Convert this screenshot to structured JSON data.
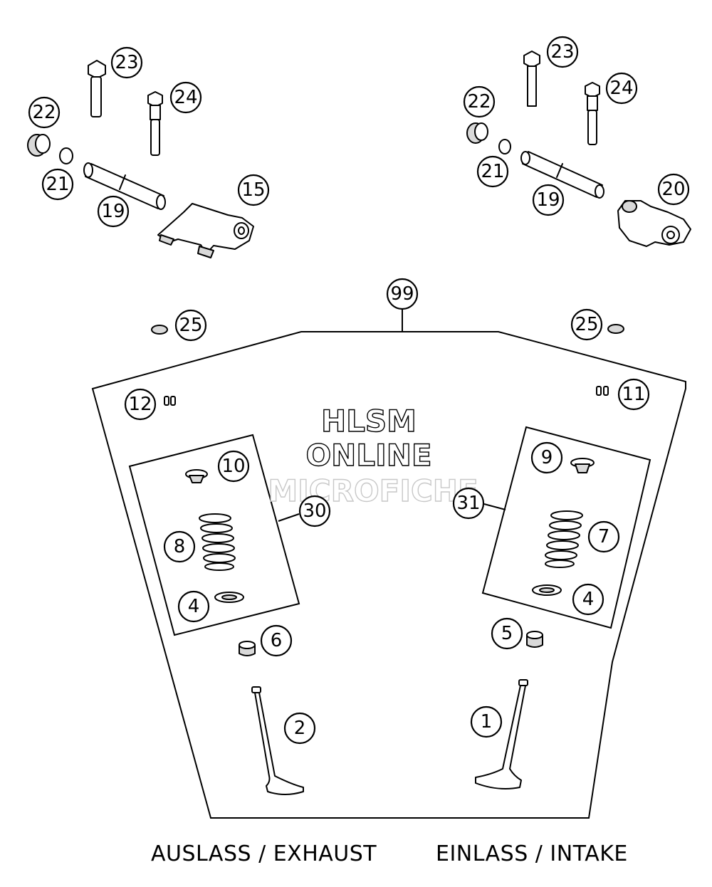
{
  "watermark": [
    "HLSM",
    "ONLINE",
    "MICROFICHE"
  ],
  "labels": {
    "exhaust": "AUSLASS / EXHAUST",
    "intake": "EINLASS / INTAKE"
  },
  "callouts": {
    "c23l": "23",
    "c24l": "24",
    "c22l": "22",
    "c21l": "21",
    "c19l": "19",
    "c15": "15",
    "c23r": "23",
    "c24r": "24",
    "c22r": "22",
    "c21r": "21",
    "c19r": "19",
    "c20": "20",
    "c99": "99",
    "c25l": "25",
    "c25r": "25",
    "c12": "12",
    "c11": "11",
    "c10": "10",
    "c9": "9",
    "c30": "30",
    "c31": "31",
    "c8": "8",
    "c7": "7",
    "c4l": "4",
    "c4r": "4",
    "c6": "6",
    "c5": "5",
    "c2": "2",
    "c1": "1"
  }
}
